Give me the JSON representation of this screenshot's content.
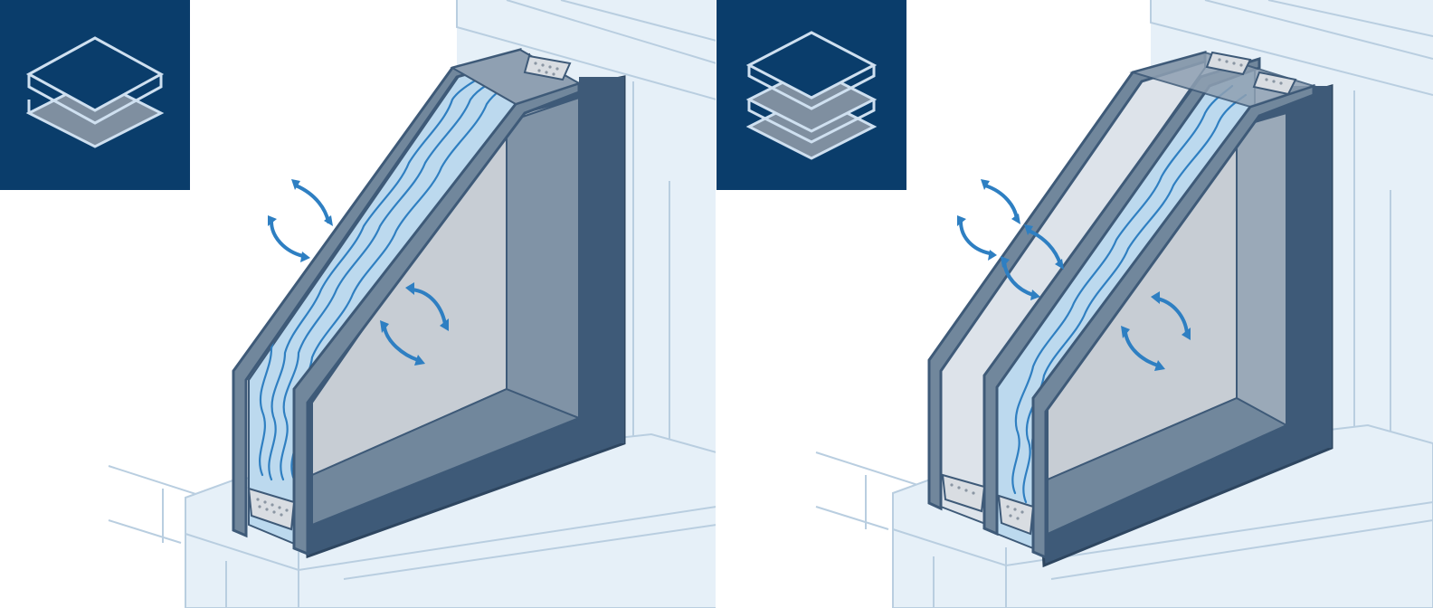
{
  "colors": {
    "badge_bg": "#0a3d6b",
    "badge_line": "#cfe0f0",
    "frame_dark": "#3e5a78",
    "frame_mid": "#71879c",
    "frame_light": "#9aa9b8",
    "glass_gap": "#bcd9ee",
    "gas_wave": "#2f7fc1",
    "arrow": "#2e7fc2",
    "room_bg": "#e6f0f8",
    "room_line": "#b9cee0",
    "spacer": "#d9dde2"
  },
  "panels": [
    {
      "name": "double-glazing",
      "icon": "two-layer-stack-icon",
      "panes": 2,
      "gas_filled_gaps": 1
    },
    {
      "name": "triple-glazing",
      "icon": "three-layer-stack-icon",
      "panes": 3,
      "gas_filled_gaps": 1
    }
  ]
}
